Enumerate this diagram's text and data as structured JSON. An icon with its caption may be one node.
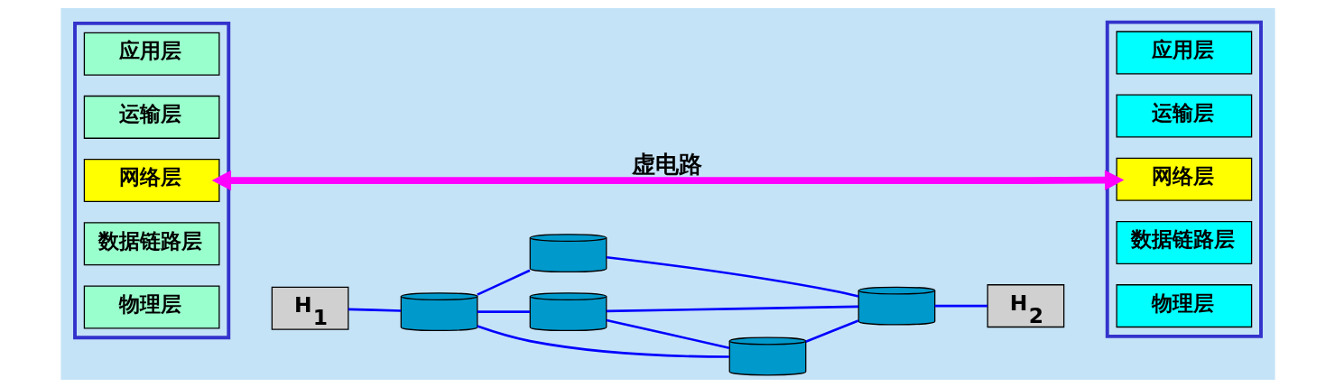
{
  "diagram": {
    "nodes": [
      {
        "text": [],
        "shape": "box"
      },
      {
        "text": [
          "应用层"
        ],
        "in": 0
      },
      {
        "text": [
          "运输层"
        ],
        "in": 0
      },
      {
        "text": [
          "网络层"
        ],
        "in": 0
      },
      {
        "text": [
          "数据链路层"
        ],
        "in": 0
      },
      {
        "text": [
          "物理层"
        ],
        "in": 0
      },
      {
        "text": [
          "H$_{1}$"
        ]
      },
      {
        "text": [],
        "shape": "cylinder"
      },
      {
        "text": [],
        "shape": "cylinder"
      },
      {
        "text": [],
        "shape": "cylinder"
      },
      {
        "text": [],
        "shape": "cylinder"
      },
      {
        "text": [],
        "shape": "cylinder"
      },
      {
        "text": [
          "H$_{2}$"
        ]
      },
      {
        "text": [],
        "shape": "box"
      },
      {
        "text": [
          "应用层"
        ],
        "in": 13
      },
      {
        "text": [
          "运输层"
        ],
        "in": 13
      },
      {
        "text": [
          "网络层"
        ],
        "in": 13
      },
      {
        "text": [
          "数据链路层"
        ],
        "in": 13
      },
      {
        "text": [
          "物理层"
        ],
        "in": 13
      }
    ],
    "edges": [
      {
        "from": 6,
        "to": 7,
        "arrow": "none"
      },
      {
        "from": 7,
        "to": 8,
        "arrow": "none"
      },
      {
        "from": 7,
        "to": 9,
        "arrow": "none"
      },
      {
        "from": 7,
        "to": 10,
        "arrow": "none"
      },
      {
        "from": 8,
        "to": 9,
        "arrow": "none"
      },
      {
        "from": 8,
        "to": 11,
        "arrow": "none"
      },
      {
        "from": 9,
        "to": 11,
        "arrow": "none"
      },
      {
        "from": 10,
        "to": 11,
        "arrow": "none"
      },
      {
        "from": 11,
        "to": 12,
        "arrow": "none"
      },
      {
        "from": 3,
        "to": 16,
        "arrow": "both",
        "label": "虚电路",
        "style": "thick",
        "color": "#ff00ff"
      }
    ]
  }
}
